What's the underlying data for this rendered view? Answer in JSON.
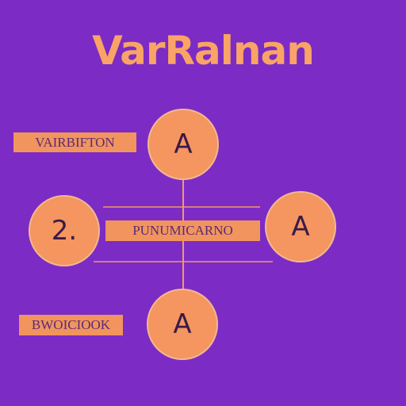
{
  "title": "VarRalnan",
  "colors": {
    "background": "#7d2bc5",
    "title": "#f9a466",
    "node_fill": "#f5955f",
    "node_stroke": "#f1b98f",
    "box_fill": "#f1945e",
    "line": "#f19a66"
  },
  "labels": {
    "top_left": "VAIRBIFTON",
    "center": "PUNUMICARNO",
    "bottom_left": "BWOICIOOK"
  },
  "nodes": {
    "top": "A",
    "left": "2.",
    "right": "A",
    "bottom": "A"
  }
}
